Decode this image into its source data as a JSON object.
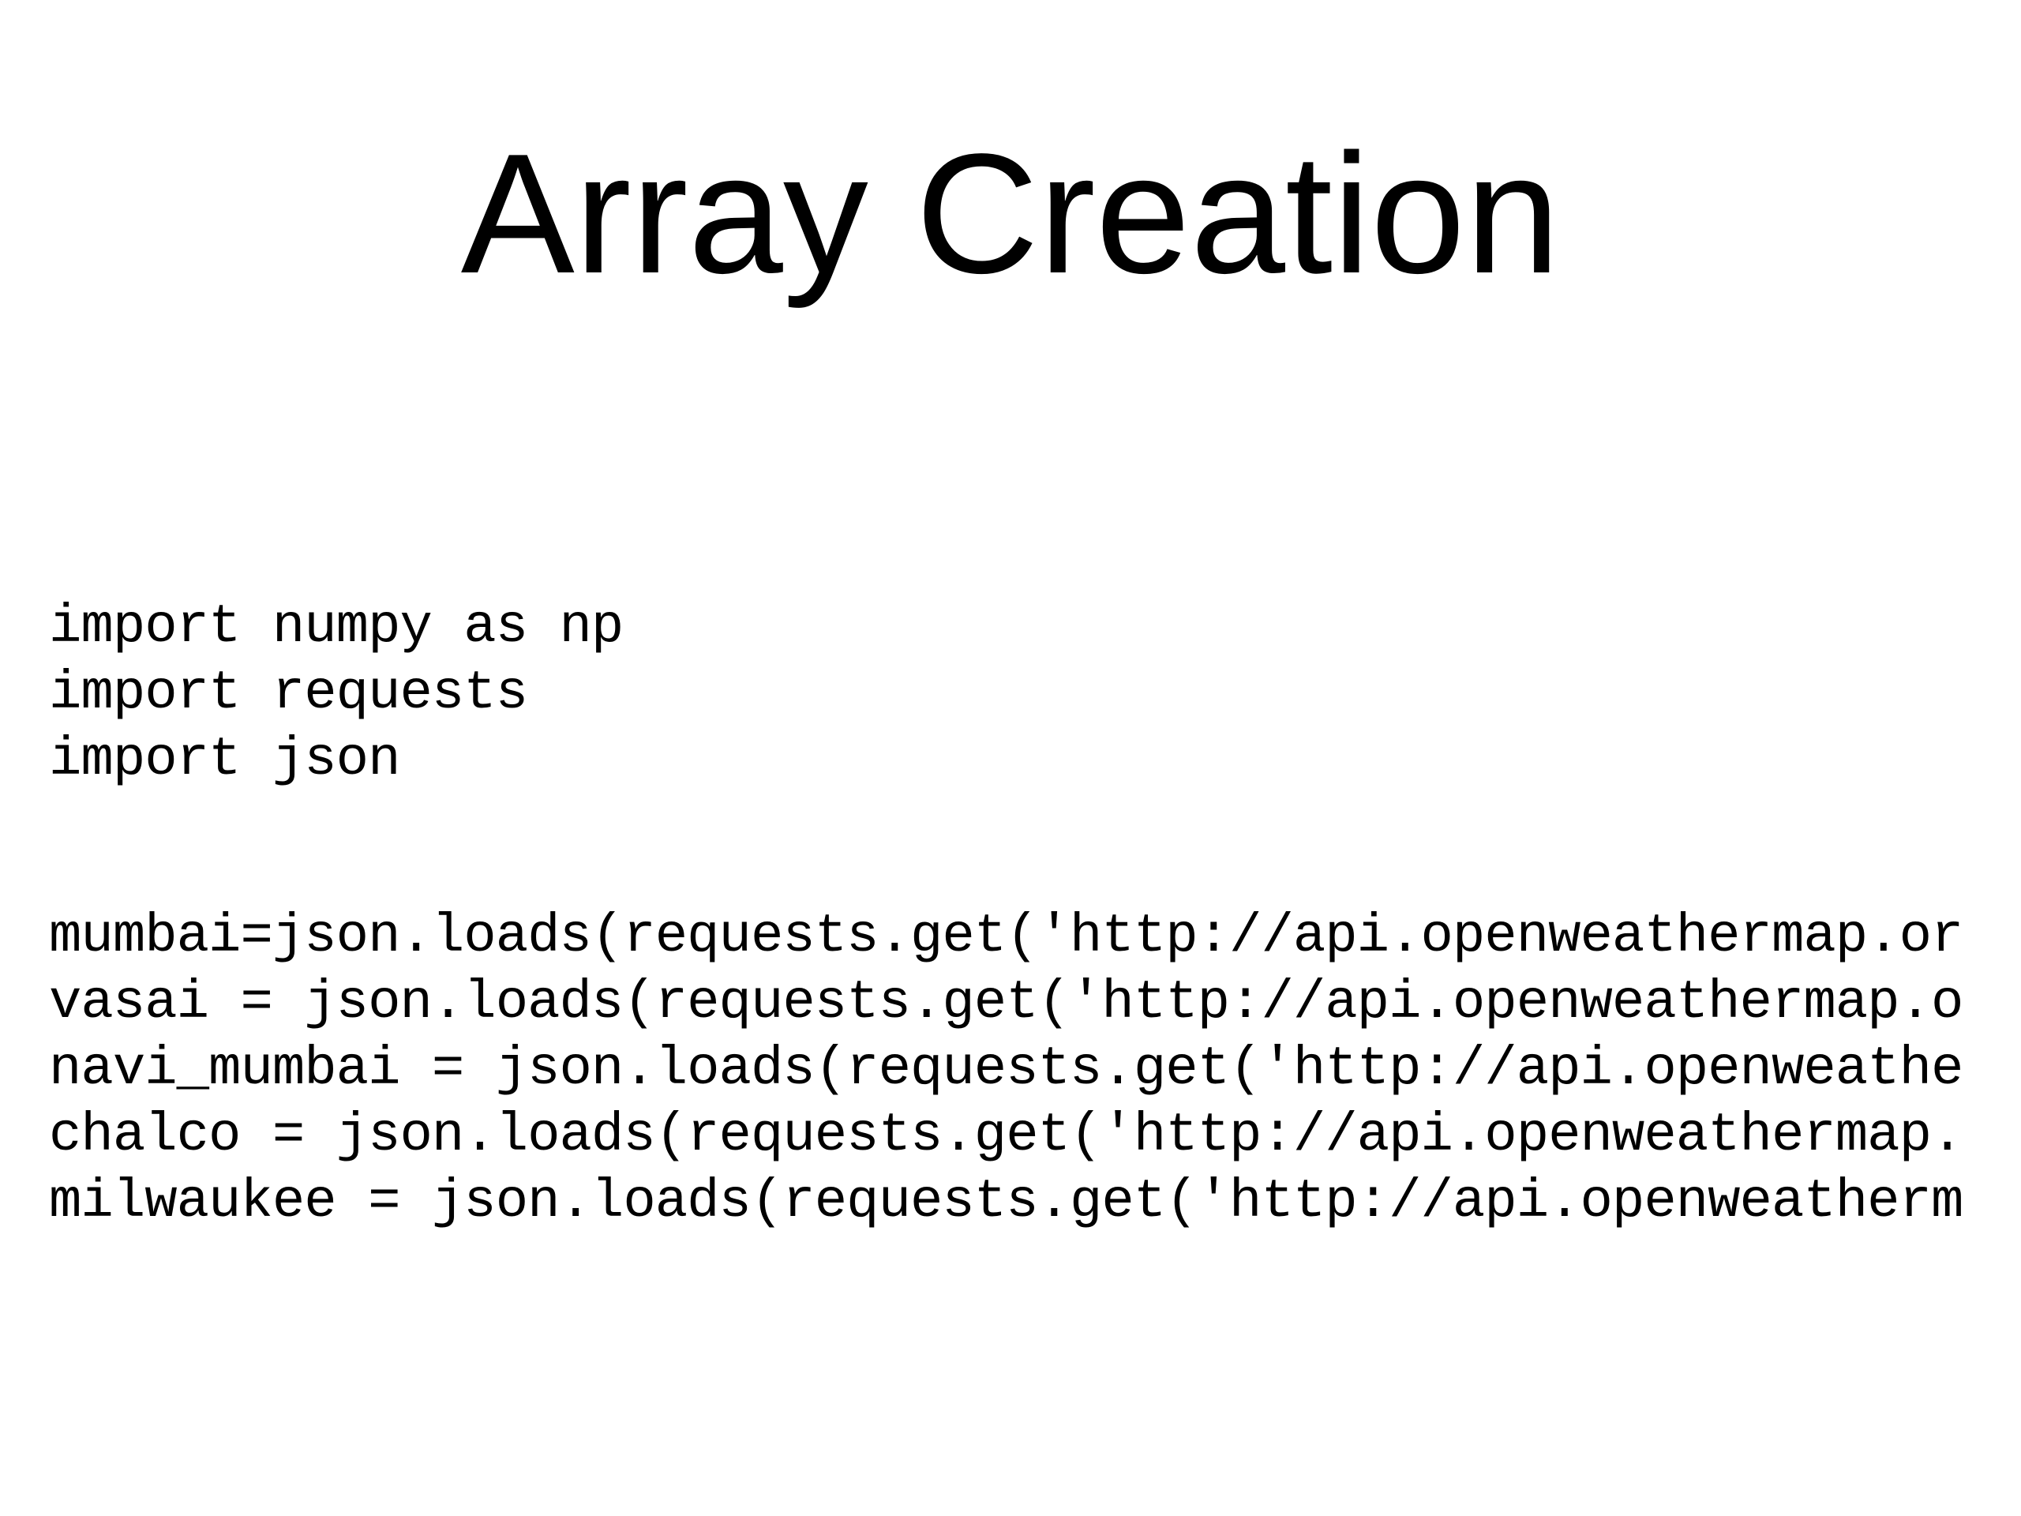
{
  "slide": {
    "title": "Array Creation",
    "imports": [
      "import numpy as np",
      "import requests",
      "import json"
    ],
    "assignments": [
      "mumbai=json.loads(requests.get('http://api.openweathermap.or",
      "vasai = json.loads(requests.get('http://api.openweathermap.o",
      "navi_mumbai = json.loads(requests.get('http://api.openweathe",
      "chalco = json.loads(requests.get('http://api.openweathermap.",
      "milwaukee = json.loads(requests.get('http://api.openweatherm"
    ]
  }
}
